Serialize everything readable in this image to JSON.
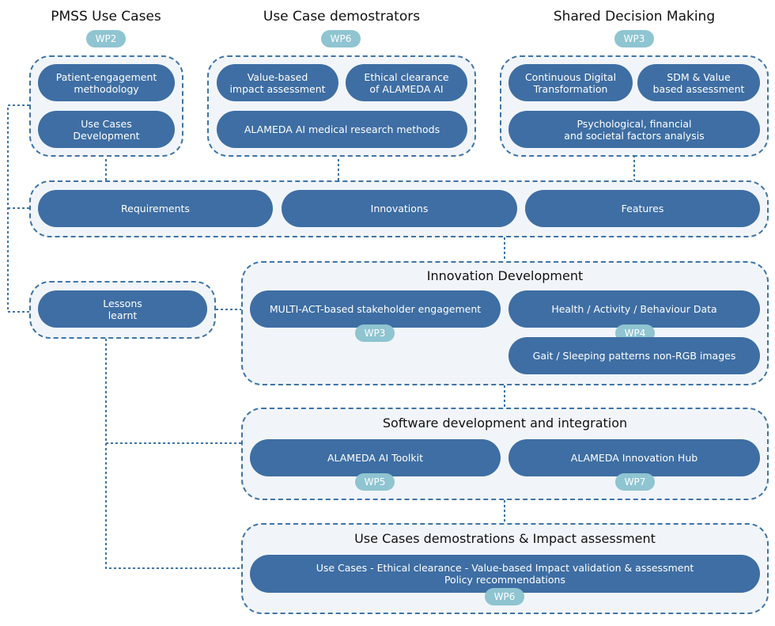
{
  "columns": {
    "pmss": {
      "heading": "PMSS Use Cases",
      "tag": "WP2",
      "items": [
        "Patient-engagement\nmethodology",
        "Use Cases\nDevelopment"
      ]
    },
    "demonstrators": {
      "heading": "Use Case demostrators",
      "tag": "WP6",
      "items": [
        "Value-based\nimpact assessment",
        "Ethical clearance\nof ALAMEDA AI",
        "ALAMEDA AI medical research methods"
      ]
    },
    "sdm": {
      "heading": "Shared Decision Making",
      "tag": "WP3",
      "items": [
        "Continuous Digital\nTransformation",
        "SDM & Value\nbased assessment",
        "Psychological, financial\nand societal factors analysis"
      ]
    }
  },
  "outputs": [
    "Requirements",
    "Innovations",
    "Features"
  ],
  "lessons": "Lessons\nlearnt",
  "innovation": {
    "title": "Innovation Development",
    "engagement": "MULTI-ACT-based stakeholder engagement",
    "engagement_tag": "WP3",
    "data": "Health / Activity / Behaviour Data",
    "data_tag": "WP4",
    "images": "Gait / Sleeping patterns non-RGB images"
  },
  "software": {
    "title": "Software development and integration",
    "toolkit": "ALAMEDA AI Toolkit",
    "toolkit_tag": "WP5",
    "hub": "ALAMEDA Innovation Hub",
    "hub_tag": "WP7"
  },
  "usecases": {
    "title": "Use Cases demostrations & Impact assessment",
    "line": "Use Cases - Ethical clearance - Value-based Impact validation & assessment\nPolicy recommendations",
    "tag": "WP6"
  },
  "colors": {
    "pill": "#3e6ea3",
    "tag": "#8fc4d1",
    "border": "#3f74a6",
    "group_bg": "#f1f5f9"
  }
}
